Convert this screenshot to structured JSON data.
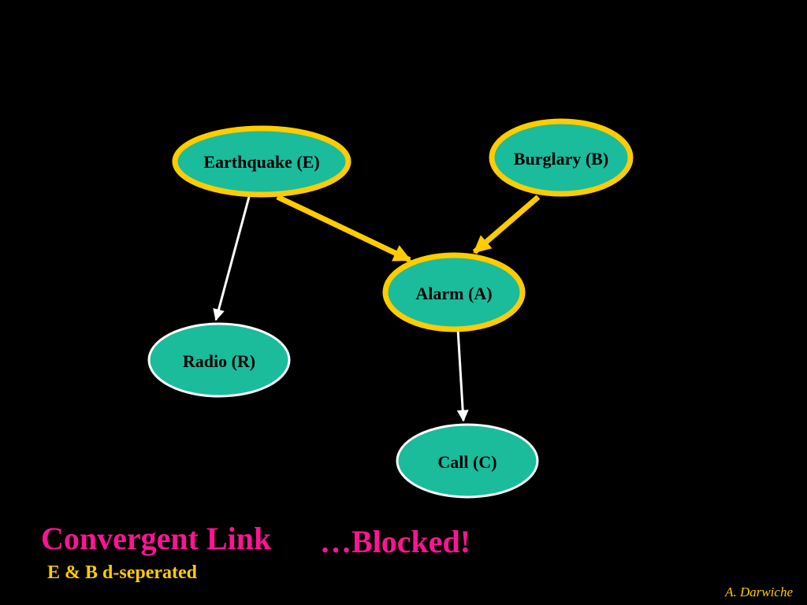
{
  "colors": {
    "background": "#000000",
    "node_fill": "#1ABC9C",
    "active_border": "#FFCC00",
    "inactive_border": "#FFFFFF",
    "active_edge": "#FFCC00",
    "inactive_edge": "#FFFFFF",
    "title": "#FF1493",
    "subtitle": "#FFCC00",
    "author": "#FFCC00"
  },
  "nodes": {
    "earthquake": {
      "label": "Earthquake (E)",
      "highlighted": true
    },
    "burglary": {
      "label": "Burglary (B)",
      "highlighted": true
    },
    "alarm": {
      "label": "Alarm (A)",
      "highlighted": true
    },
    "radio": {
      "label": "Radio (R)",
      "highlighted": false
    },
    "call": {
      "label": "Call (C)",
      "highlighted": false
    }
  },
  "edges": [
    {
      "from": "earthquake",
      "to": "alarm",
      "highlighted": true
    },
    {
      "from": "burglary",
      "to": "alarm",
      "highlighted": true
    },
    {
      "from": "earthquake",
      "to": "radio",
      "highlighted": false
    },
    {
      "from": "alarm",
      "to": "call",
      "highlighted": false
    }
  ],
  "title": {
    "main": "Convergent Link",
    "status": "…Blocked!"
  },
  "subtitle": "E & B d-seperated",
  "author": "A. Darwiche"
}
